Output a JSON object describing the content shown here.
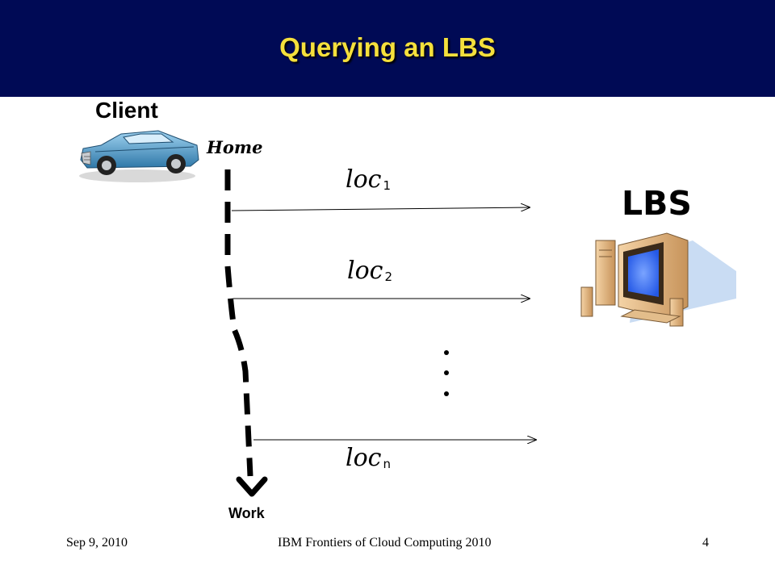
{
  "slide": {
    "title": "Querying an LBS"
  },
  "diagram": {
    "client_label": "Client",
    "home_label": "Home",
    "work_label": "Work",
    "server_label": "LBS",
    "queries": [
      {
        "base": "loc",
        "subscript": "1"
      },
      {
        "base": "loc",
        "subscript": "2"
      },
      {
        "base": "loc",
        "subscript": "n"
      }
    ],
    "icons": [
      "car-icon",
      "computer-icon"
    ]
  },
  "footer": {
    "date": "Sep 9, 2010",
    "event": "IBM Frontiers of Cloud Computing 2010",
    "page": "4"
  }
}
